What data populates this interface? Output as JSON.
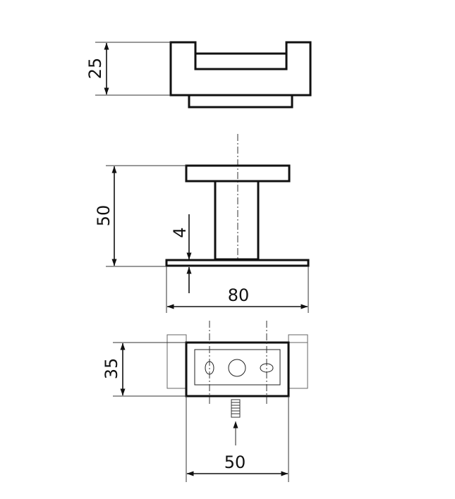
{
  "dimensions": {
    "top_height": "25",
    "side_height": "50",
    "plate_thickness": "4",
    "base_width": "80",
    "bottom_height": "35",
    "bottom_width": "50"
  }
}
